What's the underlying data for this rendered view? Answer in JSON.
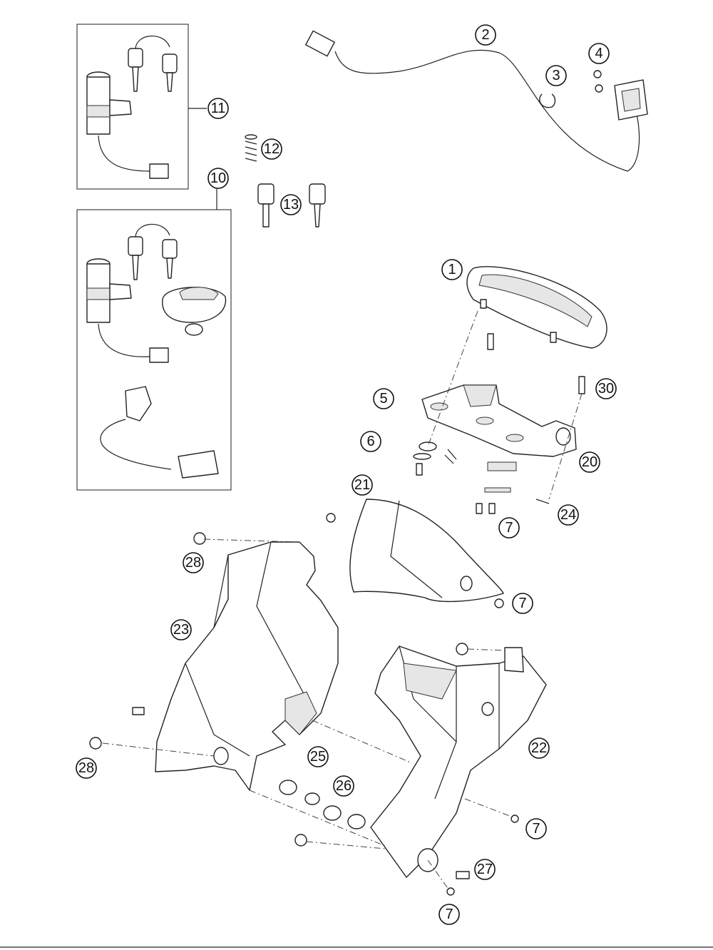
{
  "callouts": [
    "1",
    "2",
    "3",
    "4",
    "5",
    "6",
    "7",
    "10",
    "11",
    "12",
    "13",
    "20",
    "21",
    "22",
    "23",
    "24",
    "25",
    "26",
    "27",
    "28",
    "30"
  ],
  "parts": {
    "instrument_cluster": "1",
    "cable": "2",
    "cable_clip": "3",
    "screw": "4",
    "grommet": "5",
    "washer": "6",
    "bolt": "7",
    "lock_set_full": "10",
    "lock_set": "11",
    "spring": "12",
    "key": "13",
    "cluster_bracket": "20",
    "cover": "21",
    "right_fairing": "22",
    "left_fairing": "23",
    "clip": "24",
    "bushing": "25",
    "nut": "26",
    "screw_collar": "27",
    "flange_nut": "28",
    "screw_30": "30"
  }
}
